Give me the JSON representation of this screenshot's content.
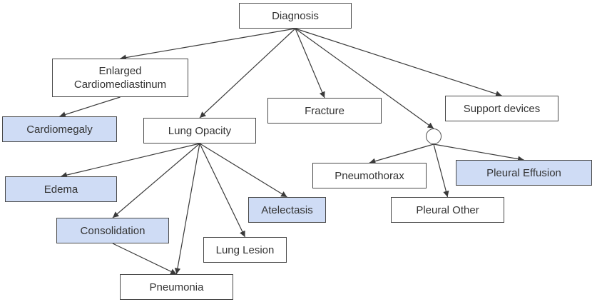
{
  "diagram": {
    "nodes": {
      "diagnosis": "Diagnosis",
      "enlarged_cardiomediastinum": "Enlarged\nCardiomediastinum",
      "cardiomegaly": "Cardiomegaly",
      "lung_opacity": "Lung Opacity",
      "fracture": "Fracture",
      "support_devices": "Support devices",
      "pneumothorax": "Pneumothorax",
      "pleural_effusion": "Pleural Effusion",
      "pleural_other": "Pleural Other",
      "edema": "Edema",
      "atelectasis": "Atelectasis",
      "consolidation": "Consolidation",
      "lung_lesion": "Lung Lesion",
      "pneumonia": "Pneumonia"
    },
    "highlighted": [
      "cardiomegaly",
      "edema",
      "consolidation",
      "atelectasis",
      "pleural_effusion"
    ],
    "edges": [
      [
        "diagnosis",
        "enlarged_cardiomediastinum"
      ],
      [
        "diagnosis",
        "lung_opacity"
      ],
      [
        "diagnosis",
        "fracture"
      ],
      [
        "diagnosis",
        "pleural_group"
      ],
      [
        "diagnosis",
        "support_devices"
      ],
      [
        "enlarged_cardiomediastinum",
        "cardiomegaly"
      ],
      [
        "lung_opacity",
        "edema"
      ],
      [
        "lung_opacity",
        "consolidation"
      ],
      [
        "lung_opacity",
        "pneumonia"
      ],
      [
        "lung_opacity",
        "lung_lesion"
      ],
      [
        "lung_opacity",
        "atelectasis"
      ],
      [
        "consolidation",
        "pneumonia"
      ],
      [
        "pleural_group",
        "pneumothorax"
      ],
      [
        "pleural_group",
        "pleural_other"
      ],
      [
        "pleural_group",
        "pleural_effusion"
      ]
    ],
    "colors": {
      "highlight_fill": "#cfdcf5",
      "border": "#4a4a4a",
      "edge": "#3a3a3a",
      "text": "#333333"
    }
  }
}
